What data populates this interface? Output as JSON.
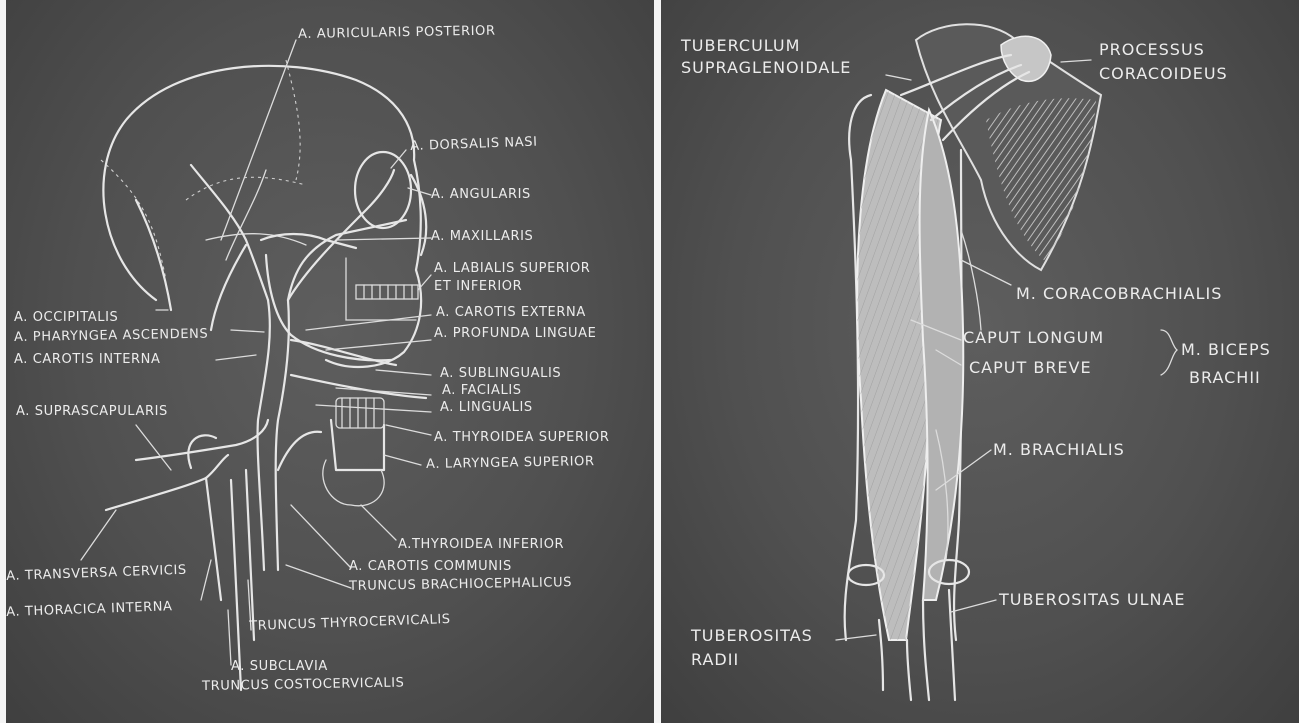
{
  "head_board": {
    "labels": {
      "auricularis_posterior": "A. AURICULARIS POSTERIOR",
      "dorsalis_nasi": "A. DORSALIS NASI",
      "angularis": "A. ANGULARIS",
      "maxillaris": "A. MAXILLARIS",
      "labialis_1": "A. LABIALIS SUPERIOR",
      "labialis_2": "ET INFERIOR",
      "carotis_externa": "A. CAROTIS EXTERNA",
      "profunda_linguae": "A. PROFUNDA LINGUAE",
      "sublingualis": "A. SUBLINGUALIS",
      "facialis": "A. FACIALIS",
      "lingualis": "A. LINGUALIS",
      "thyroidea_superior": "A. THYROIDEA SUPERIOR",
      "laryngea_superior": "A. LARYNGEA SUPERIOR",
      "thyroidea_inferior": "A.THYROIDEA INFERIOR",
      "carotis_communis": "A. CAROTIS COMMUNIS",
      "truncus_brachiocephalicus": "TRUNCUS BRACHIOCEPHALICUS",
      "truncus_thyrocervicalis": "TRUNCUS THYROCERVICALIS",
      "subclavia": "A. SUBCLAVIA",
      "truncus_costocervicalis": "TRUNCUS COSTOCERVICALIS",
      "thoracica_interna": "A. THORACICA INTERNA",
      "transversa_cervicis": "A. TRANSVERSA CERVICIS",
      "suprascapularis": "A. SUPRASCAPULARIS",
      "carotis_interna": "A. CAROTIS INTERNA",
      "pharyngea_ascendens": "A. PHARYNGEA ASCENDENS",
      "occipitalis": "A. OCCIPITALIS"
    }
  },
  "arm_board": {
    "labels": {
      "tuberculum_1": "TUBERCULUM",
      "tuberculum_2": "SUPRAGLENOIDALE",
      "processus_1": "PROCESSUS",
      "processus_2": "CORACOIDEUS",
      "coracobrachialis": "M. CORACOBRACHIALIS",
      "caput_longum": "CAPUT LONGUM",
      "caput_breve": "CAPUT BREVE",
      "biceps_1": "M. BICEPS",
      "biceps_2": "BRACHII",
      "brachialis": "M. BRACHIALIS",
      "tuberositas_ulnae": "TUBEROSITAS ULNAE",
      "tuberositas_radii_1": "TUBEROSITAS",
      "tuberositas_radii_2": "RADII"
    }
  }
}
